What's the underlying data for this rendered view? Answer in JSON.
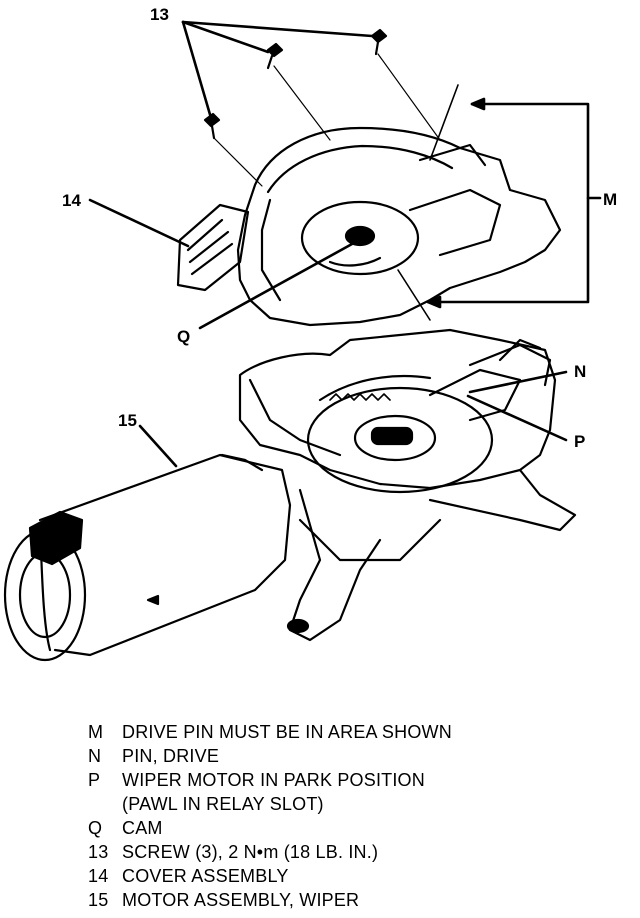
{
  "callouts": {
    "c13": "13",
    "c14": "14",
    "cM": "M",
    "cQ": "Q",
    "cN": "N",
    "c15": "15",
    "cP": "P"
  },
  "legend": [
    {
      "key": "M",
      "text": "DRIVE PIN MUST BE IN AREA SHOWN"
    },
    {
      "key": "N",
      "text": "PIN, DRIVE"
    },
    {
      "key": "P",
      "text": "WIPER MOTOR IN PARK POSITION"
    },
    {
      "key": "",
      "text": "(PAWL IN RELAY SLOT)"
    },
    {
      "key": "Q",
      "text": "CAM"
    },
    {
      "key": "13",
      "text": "SCREW (3), 2 N•m (18 LB. IN.)"
    },
    {
      "key": "14",
      "text": "COVER ASSEMBLY"
    },
    {
      "key": "15",
      "text": "MOTOR ASSEMBLY, WIPER"
    }
  ]
}
